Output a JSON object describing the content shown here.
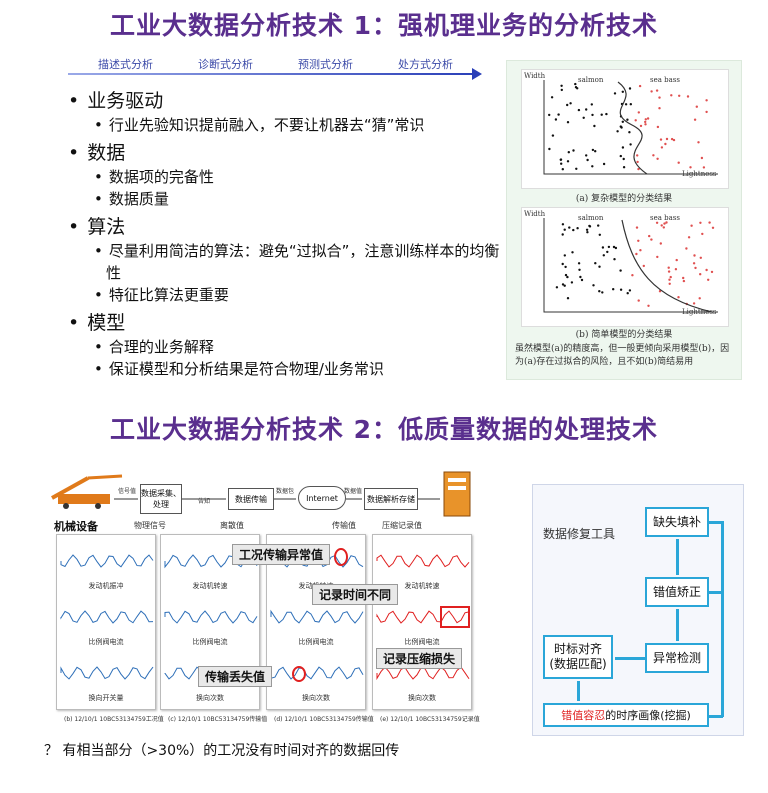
{
  "section1": {
    "title": "工业大数据分析技术 1：强机理业务的分析技术",
    "stages": [
      "描述式分析",
      "诊断式分析",
      "预测式分析",
      "处方式分析"
    ],
    "bullets": [
      {
        "text": "业务驱动",
        "subs": [
          "行业先验知识提前融入，不要让机器去“猜”常识"
        ]
      },
      {
        "text": "数据",
        "subs": [
          "数据项的完备性",
          "数据质量"
        ]
      },
      {
        "text": "算法",
        "subs": [
          "尽量利用简洁的算法：避免“过拟合”，注意训练样本的均衡性",
          "特征比算法更重要"
        ]
      },
      {
        "text": "模型",
        "subs": [
          "合理的业务解释",
          "保证模型和分析结果是符合物理/业务常识"
        ]
      }
    ],
    "figure": {
      "plot_a": {
        "ylabel": "Width",
        "xlabel": "Lightness",
        "class1": "salmon",
        "class2": "sea bass",
        "caption": "(a) 复杂模型的分类结果"
      },
      "plot_b": {
        "ylabel": "Width",
        "xlabel": "Lightness",
        "class1": "salmon",
        "class2": "sea bass",
        "caption": "(b) 简单模型的分类结果"
      },
      "note": "虽然模型(a)的精度高，但一般更倾向采用模型(b)，因为(a)存在过拟合的风险，且不如(b)简结易用"
    }
  },
  "section2": {
    "title": "工业大数据分析技术 2：低质量数据的处理技术",
    "flow": {
      "device": "机械设备",
      "collect": "数据采集、处理",
      "transfer": "数据传输",
      "internet": "Internet",
      "parse": "数据解析存储",
      "labels": [
        "信号值",
        "物理信号",
        "告知",
        "离散值",
        "数据包",
        "传输值",
        "数据值",
        "压缩记录值"
      ]
    },
    "panels": [
      {
        "rows": [
          "发动机振冲",
          "比例阀电流",
          "换向开关量"
        ],
        "caption": "(b) 12/10/1 10BC53134759工况值"
      },
      {
        "rows": [
          "发动机转速",
          "比例阀电流",
          "换向次数"
        ],
        "caption": "(c) 12/10/1 10BC53134759传输值"
      },
      {
        "rows": [
          "发动机转速",
          "比例阀电流",
          "换向次数"
        ],
        "caption": "(d) 12/10/1 10BC53134759传输值"
      },
      {
        "rows": [
          "发动机转速",
          "比例阀电流",
          "换向次数"
        ],
        "caption": "(e) 12/10/1 10BC53134759记录值"
      }
    ],
    "tags": [
      "工况传输异常值",
      "记录时间不同",
      "传输丢失值",
      "记录压缩损失"
    ],
    "footnote": "？ 有相当部分（>30%）的工况没有时间对齐的数据回传",
    "repair": {
      "title": "数据修复工具",
      "boxes": [
        "缺失填补",
        "错值矫正",
        "异常检测",
        "时标对齐\n(数据匹配)"
      ],
      "bottom_red": "错值容忍",
      "bottom_rest": "的时序画像(挖掘)"
    }
  },
  "colors": {
    "title": "#5a2f8e",
    "flow_blue": "#2aa6d8",
    "alert_red": "#e02020"
  }
}
